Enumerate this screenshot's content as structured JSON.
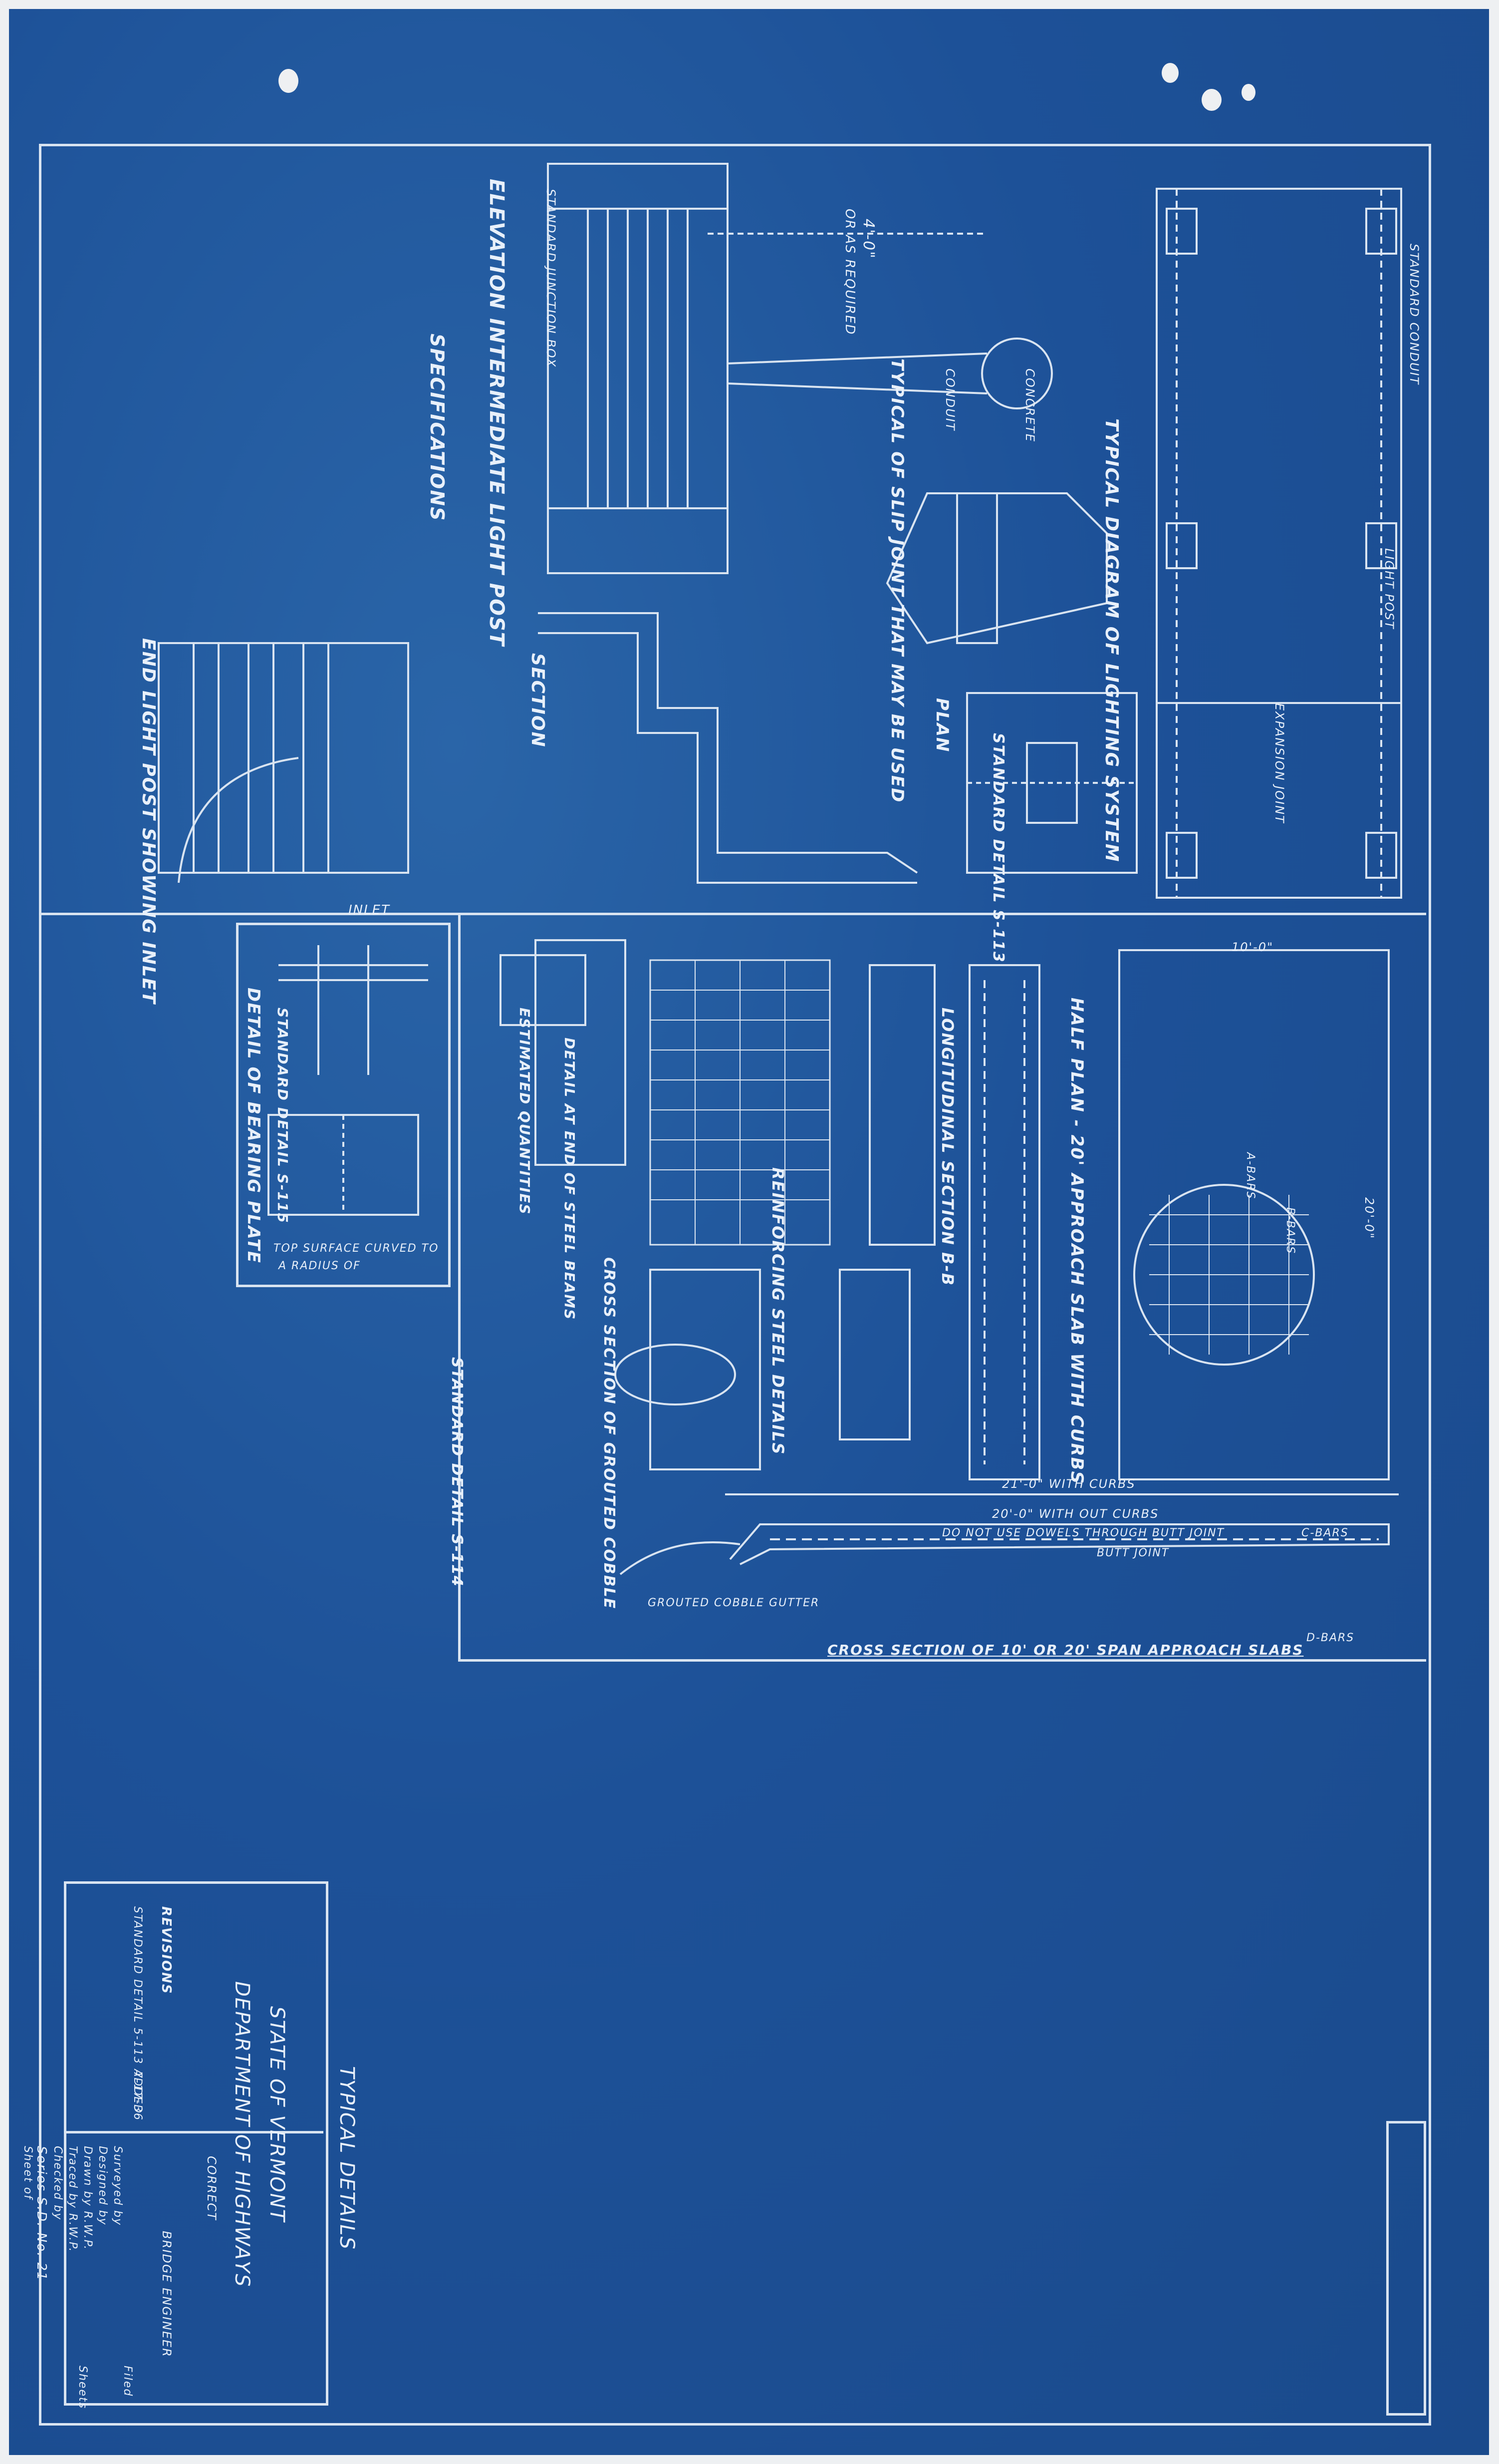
{
  "colors": {
    "paper": "#1d5198",
    "line": "#d9e4f1",
    "margin": "#eef0f2"
  },
  "sheet": {
    "title": "TYPICAL DETAILS",
    "state": "STATE OF VERMONT",
    "department": "DEPARTMENT OF HIGHWAYS",
    "correct_label": "CORRECT",
    "signature_title": "BRIDGE ENGINEER",
    "revisions_heading": "REVISIONS",
    "revision_text": "STANDARD DETAIL 5-113 ADDED",
    "revision_date": "7-17-36",
    "title_block": [
      "Surveyed by",
      "Designed by",
      "Drawn by  R.W.P.",
      "Traced by  R.W.P.",
      "Checked by",
      "Series  S.D.  No. 21",
      "Sheet      of"
    ],
    "file_label": "Filed",
    "sheets_label": "Sheets"
  },
  "standard_details": {
    "detail_113": "STANDARD DETAIL S-113",
    "detail_114": "STANDARD DETAIL S-114",
    "detail_115": "STANDARD DETAIL S-115"
  },
  "lighting": {
    "elevation_title": "ELEVATION INTERMEDIATE LIGHT POST",
    "dim_4ft": "4'-0\"",
    "or_as_required": "OR AS REQUIRED",
    "standard_junction_box": "STANDARD JUNCTION BOX",
    "specifications_title": "SPECIFICATIONS",
    "section_title": "SECTION",
    "typical_joint_title": "TYPICAL OF SLIP JOINT THAT MAY BE USED",
    "plan_title": "PLAN",
    "diagram_title": "TYPICAL DIAGRAM OF LIGHTING SYSTEM",
    "end_post_title": "END LIGHT POST SHOWING INLET",
    "inlet": "INLET",
    "standard_conduit": "STANDARD CONDUIT",
    "light_post": "LIGHT POST",
    "expansion_joint": "EXPANSION JOINT",
    "conduit": "CONDUIT",
    "concrete": "CONCRETE"
  },
  "approach_slab": {
    "half_plan_title": "HALF PLAN - 20' APPROACH SLAB WITH CURBS",
    "longitudinal_title": "LONGITUDINAL SECTION B-B",
    "reinforcing_title": "REINFORCING STEEL DETAILS",
    "cross_section_title": "CROSS SECTION OF 10' OR 20' SPAN APPROACH SLABS",
    "grouted_cobble_title": "CROSS SECTION OF GROUTED COBBLE",
    "grouted_cobble_gutter": "GROUTED COBBLE GUTTER",
    "no_dowels": "DO NOT USE DOWELS THROUGH BUTT JOINT",
    "butt_joint": "BUTT JOINT",
    "with_curbs": "21'-0\" WITH CURBS",
    "without_curbs": "20'-0\" WITH OUT CURBS",
    "dim_10ft": "10'-0\"",
    "dim_20ft": "20'-0\"",
    "a_bars": "A-BARS",
    "b_bars": "B-BARS",
    "c_bars": "C-BARS",
    "d_bars": "D-BARS"
  },
  "bearing": {
    "detail_title": "DETAIL OF BEARING PLATE",
    "estimated_quantities": "ESTIMATED QUANTITIES",
    "end_of_steel": "DETAIL AT END OF STEEL BEAMS",
    "top_surface": "TOP SURFACE CURVED TO",
    "radius": "A RADIUS OF"
  }
}
